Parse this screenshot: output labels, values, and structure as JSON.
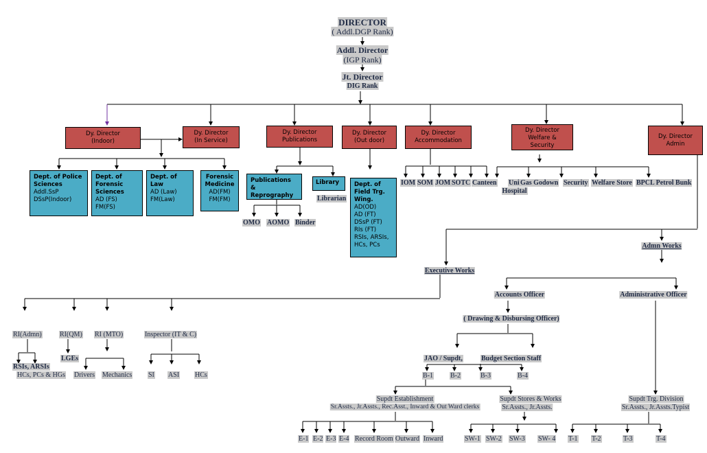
{
  "top": {
    "director": "DIRECTOR",
    "director_rank": "( Addl.DGP Rank)",
    "addl_director": "Addl. Director",
    "addl_director_rank": "(IGP Rank)",
    "jt_director": "Jt. Director",
    "jt_director_rank": "DIG Rank"
  },
  "dy_directors": {
    "indoor": [
      "Dy. Director",
      "(Indoor)"
    ],
    "in_service": [
      "Dy. Director",
      "(In Service)"
    ],
    "publications": [
      "Dy. Director",
      "Publications"
    ],
    "outdoor": [
      "Dy. Director",
      "(Out door)"
    ],
    "accommodation": [
      "Dy. Director",
      "Accommodation"
    ],
    "welfare": [
      "Dy. Director",
      "Welfare &",
      "Security"
    ],
    "admin": [
      "Dy. Director",
      "Admin"
    ]
  },
  "departments": {
    "police_sciences": [
      "Dept. of Police Sciences",
      "Addl.SsP",
      "DSsP(Indoor)"
    ],
    "forensic_sciences": [
      "Dept. of Forensic Sciences",
      "AD (FS)",
      "FM(FS)"
    ],
    "law": [
      "Dept. of Law",
      "AD (Law)",
      "FM(Law)"
    ],
    "forensic_medicine": [
      "Forensic Medicine",
      "AD(FM)",
      "FM(FM)"
    ],
    "publications_reprography": "Publications & Reprography",
    "library": "Library",
    "field_training": [
      "Dept. of Field Trg. Wing.",
      "AD(OD)",
      "AD (FT)",
      "DSsP (FT)",
      "RIs (FT)",
      "RSIs, ARSIs,",
      "HCs, PCs"
    ]
  },
  "publication_staff": [
    "OMO",
    "AOMO",
    "Binder"
  ],
  "librarian": "Librarian",
  "accommodation_units": [
    "IOM",
    "SOM",
    "JOM",
    "SOTC",
    "Canteen"
  ],
  "welfare_units": [
    "Unit Hospital",
    "Gas Godown",
    "Security",
    "Welfare Store",
    "BPCL Petrol Bunk"
  ],
  "admin_works": "Admn Works",
  "executive_works": "Executive Works",
  "accounts_officer": "Accounts Officer",
  "administrative_officer": "Administrative Officer",
  "ddo": "( Drawing & Disbursing Officer)",
  "jao": "JAO / Supdt,",
  "budget_staff": "Budget Section Staff",
  "b_sections": [
    "B-1",
    "B-2",
    "B-3",
    "B-4"
  ],
  "exec_wings": {
    "ri_admn": "RI(Admn)",
    "ri_qm": "RI(QM)",
    "ri_mto": "RI (MTO)",
    "inspector": "Inspector (IT & C)",
    "ri_admn_staff": [
      "RSIs, ARSIs",
      "HCs, PCs & HGs"
    ],
    "lges": "LGEs",
    "mto_staff": [
      "Drivers",
      "Mechanics"
    ],
    "it_staff": [
      "SI",
      "ASI",
      "HCs"
    ]
  },
  "establishment": {
    "title": "Supdt Establishment",
    "staff": "Sr.Assts., Jr.Assts., Rec.Asst., Inward & Out Ward  clerks",
    "sections": [
      "E-1",
      "E-2",
      "E-3",
      "E-4",
      "Record Room",
      "Outward",
      "Inward"
    ]
  },
  "stores": {
    "title": "Supdt Stores & Works",
    "staff": "Sr.Assts., Jr.Assts.",
    "sections": [
      "SW-1",
      "SW-2",
      "SW-3",
      "SW- 4"
    ]
  },
  "training": {
    "title": "Supdt  Trg. Division",
    "staff": "Sr.Assts., Jr.Assts.Typist",
    "sections": [
      "T-1",
      "T-2",
      "T-3",
      "T-4"
    ]
  }
}
